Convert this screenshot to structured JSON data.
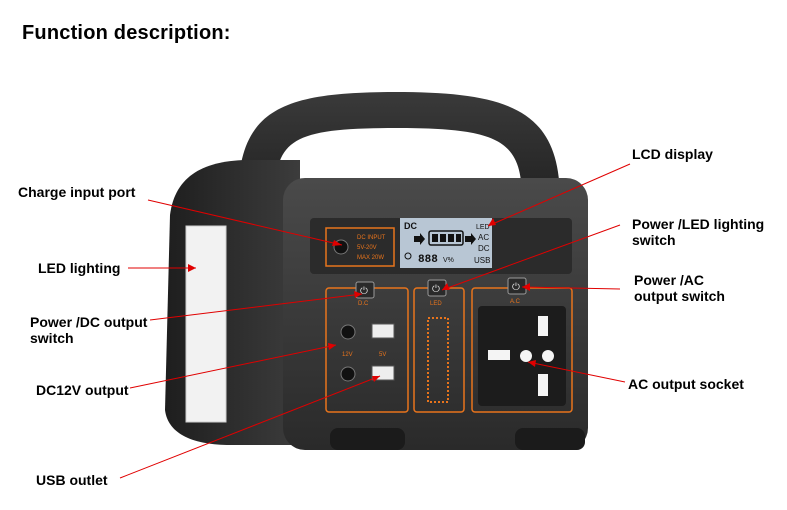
{
  "title": "Function description:",
  "device": {
    "dc_input_lines": [
      "DC INPUT",
      "5V-20V",
      "MAX 20W"
    ],
    "lcd_tags": {
      "dc": "DC",
      "led": "LED",
      "ac": "AC",
      "dc2": "DC",
      "usb": "USB",
      "digits": "888",
      "unit": "V%"
    },
    "button_labels": {
      "dc": "D.C",
      "led": "LED",
      "ac": "A.C"
    },
    "port_labels": {
      "v12": "12V",
      "v5": "5V"
    }
  },
  "callouts": [
    {
      "id": "lcd-display",
      "lines": [
        "LCD display"
      ]
    },
    {
      "id": "charge-input-port",
      "lines": [
        "Charge input port"
      ]
    },
    {
      "id": "power-led-switch",
      "lines": [
        "Power /LED lighting",
        "switch"
      ]
    },
    {
      "id": "led-lighting",
      "lines": [
        "LED lighting"
      ]
    },
    {
      "id": "power-ac-switch",
      "lines": [
        "Power /AC",
        "output switch"
      ]
    },
    {
      "id": "power-dc-switch",
      "lines": [
        "Power /DC output",
        "switch"
      ]
    },
    {
      "id": "ac-output-socket",
      "lines": [
        "AC output socket"
      ]
    },
    {
      "id": "dc12v-output",
      "lines": [
        "DC12V output"
      ]
    },
    {
      "id": "usb-outlet",
      "lines": [
        "USB outlet"
      ]
    }
  ],
  "colors": {
    "leader": "#e00000",
    "body": "#3a3a3a",
    "accent": "#e8741c",
    "lcd": "#b8c6d4"
  }
}
